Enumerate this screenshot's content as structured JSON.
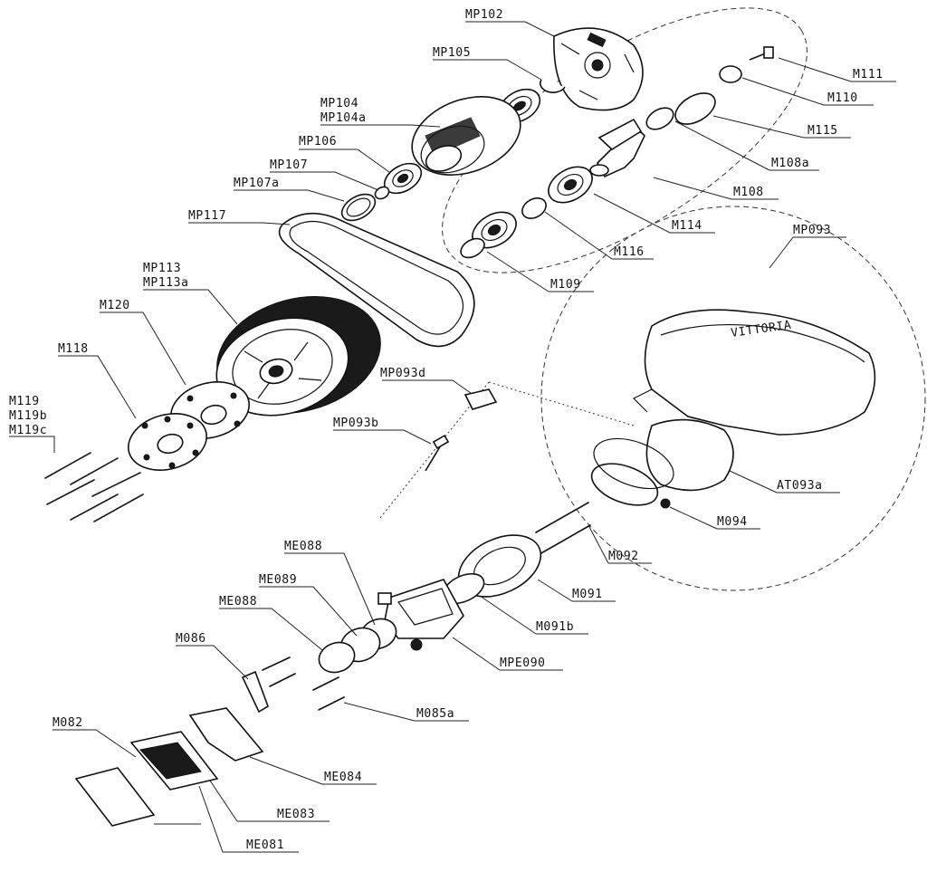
{
  "labels": {
    "MP102": "MP102",
    "MP105": "MP105",
    "MP104": "MP104",
    "MP104a": "MP104a",
    "MP106": "MP106",
    "MP107": "MP107",
    "MP107a": "MP107a",
    "MP117": "MP117",
    "MP113": "MP113",
    "MP113a": "MP113a",
    "M120": "M120",
    "M118": "M118",
    "M119": "M119",
    "M119b": "M119b",
    "M119c": "M119c",
    "M111": "M111",
    "M110": "M110",
    "M115": "M115",
    "M108a": "M108a",
    "M108": "M108",
    "M114": "M114",
    "M116": "M116",
    "M109": "M109",
    "MP093": "MP093",
    "MP093d": "MP093d",
    "MP093b": "MP093b",
    "AT093a": "AT093a",
    "M094": "M094",
    "M092": "M092",
    "M091": "M091",
    "M091b": "M091b",
    "MPE090": "MPE090",
    "ME088_1": "ME088",
    "ME089": "ME089",
    "ME088_2": "ME088",
    "M086": "M086",
    "M085a": "M085a",
    "ME084": "ME084",
    "M082": "M082",
    "ME083": "ME083",
    "ME081": "ME081"
  },
  "brand_mark": "VITTORIA"
}
